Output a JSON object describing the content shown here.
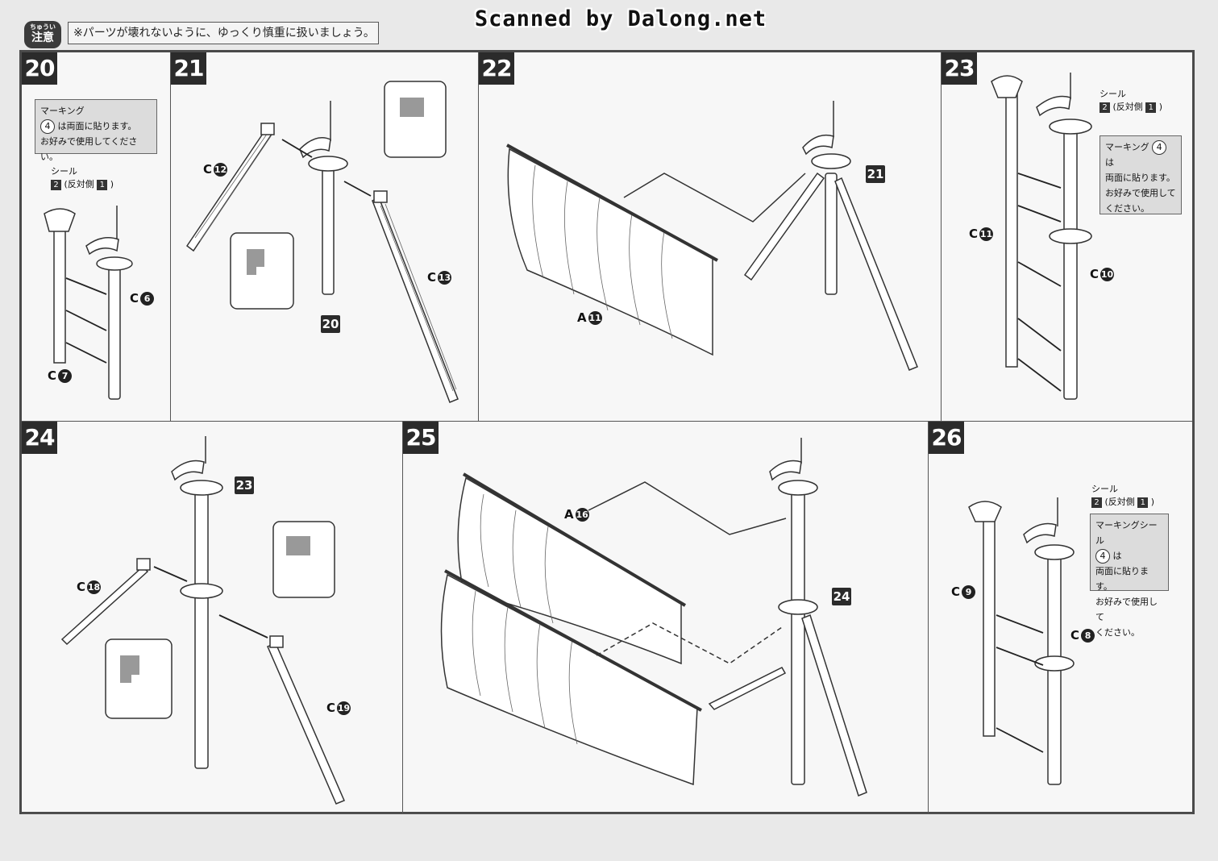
{
  "header": {
    "caution_ruby": "ちゅうい",
    "caution_label": "注意",
    "caution_text": "※パーツが壊れないように、ゆっくり慎重に扱いましょう。",
    "watermark": "Scanned by Dalong.net"
  },
  "steps": [
    {
      "number": "20",
      "parts": [
        "C",
        "C"
      ],
      "part_nums": [
        "6",
        "7"
      ]
    },
    {
      "number": "21",
      "parts": [
        "C",
        "C"
      ],
      "part_nums": [
        "12",
        "13"
      ],
      "ref": "20"
    },
    {
      "number": "22",
      "parts": [
        "A"
      ],
      "part_nums": [
        "11"
      ],
      "ref": "21"
    },
    {
      "number": "23",
      "parts": [
        "C",
        "C"
      ],
      "part_nums": [
        "11",
        "10"
      ]
    },
    {
      "number": "24",
      "parts": [
        "C",
        "C"
      ],
      "part_nums": [
        "18",
        "19"
      ],
      "ref": "23"
    },
    {
      "number": "25",
      "parts": [
        "A"
      ],
      "part_nums": [
        "16"
      ],
      "ref": "24"
    },
    {
      "number": "26",
      "parts": [
        "C",
        "C"
      ],
      "part_nums": [
        "9",
        "8"
      ]
    }
  ],
  "notes": {
    "marking_title": "マーキング",
    "marking_seal": "シール",
    "marking_num": "4",
    "both_sides": "は両面に貼ります。",
    "preference": "お好みで使用してください。",
    "seal_word": "シール",
    "seal_a": "2",
    "seal_opposite": "(反対側",
    "seal_b": "1",
    "seal_close": ")",
    "marking_seal_combined": "マーキングシール",
    "ha": "は",
    "both_sides_2": "両面に貼ります。",
    "pref_1": "お好みで使用して",
    "pref_2": "ください。"
  }
}
